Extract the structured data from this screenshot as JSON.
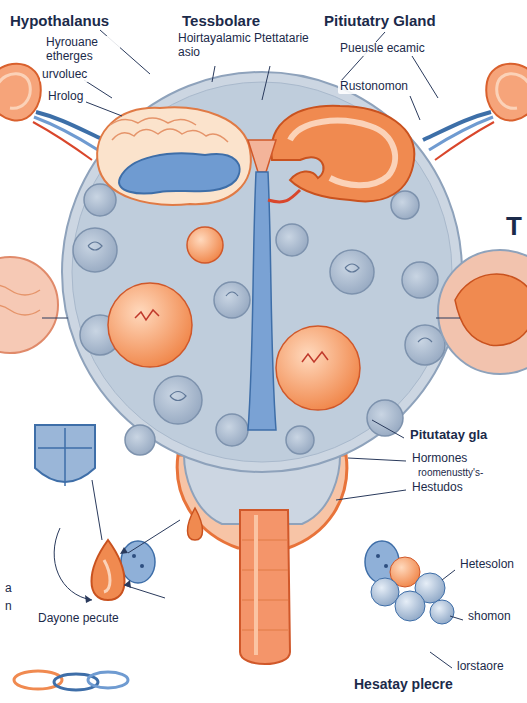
{
  "diagram": {
    "labels": [
      "Hypothalanus",
      "Tessbolare",
      "Pitiutatry Gland",
      "Hyrouane etherges",
      "Hoirtayalamic Ptettatarie asio",
      "Pueusle ecamic",
      "urvoluec",
      "Rustonomon",
      "Hrolog",
      "T",
      "Pitutatay gla",
      "Hormones",
      "roomenustty's-",
      "Hestudos",
      "Hetesolon",
      "a",
      "n",
      "shomon",
      "Dayone pecute",
      "lorstaore",
      "Hesatay plecre"
    ]
  }
}
